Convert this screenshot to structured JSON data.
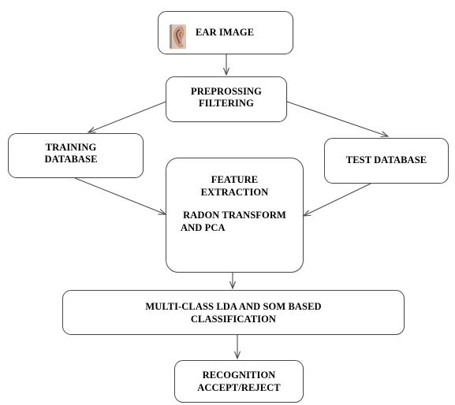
{
  "nodes": {
    "ear_image": "EAR IMAGE",
    "preprocessing_line1": "PREPROSSING",
    "preprocessing_line2": "FILTERING",
    "training_line1": "TRAINING",
    "training_line2": "DATABASE",
    "test_db": "TEST DATABASE",
    "feature_line1": "FEATURE",
    "feature_line2": "EXTRACTION",
    "feature_line3": "RADON TRANSFORM",
    "feature_line4": "AND PCA",
    "classification_line1": "MULTI-CLASS LDA AND SOM BASED",
    "classification_line2": "CLASSIFICATION",
    "recognition_line1": "RECOGNITION",
    "recognition_line2": "ACCEPT/REJECT"
  },
  "colors": {
    "stroke": "#4a4a4a",
    "text": "#000000",
    "ear_skin": "#c99a82",
    "ear_shadow": "#6e4a3c"
  }
}
